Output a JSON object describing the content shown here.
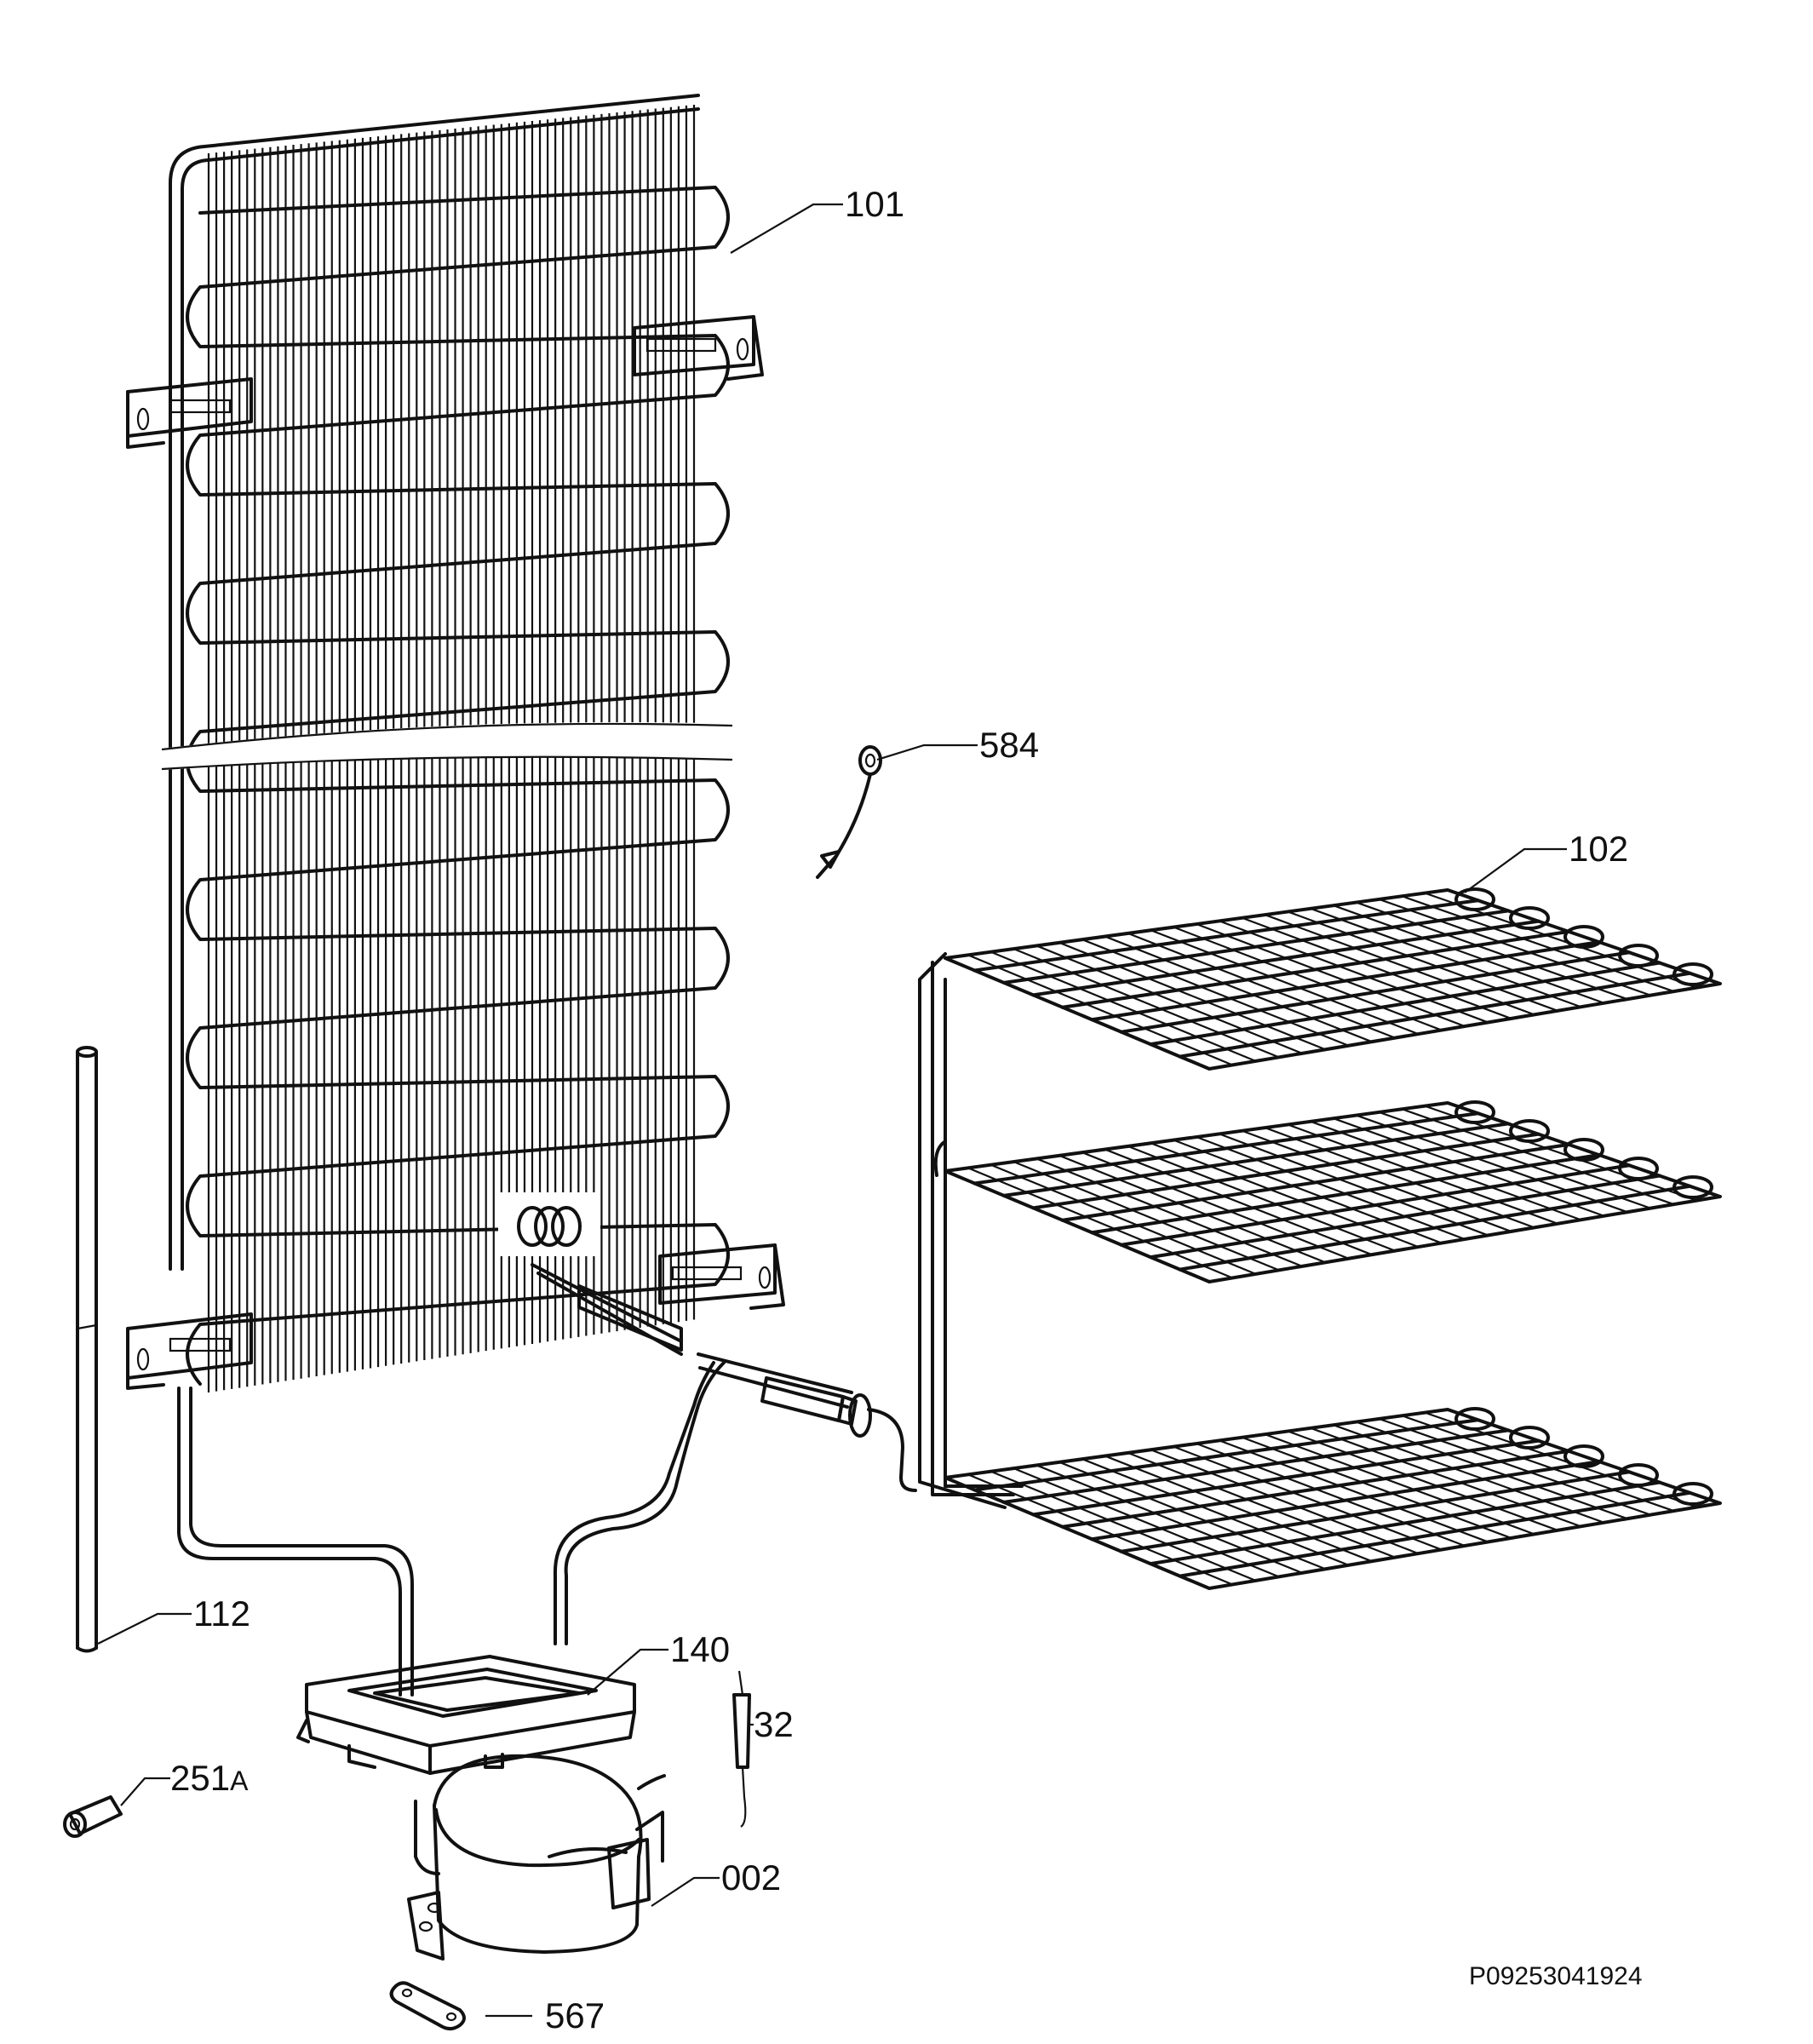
{
  "diagram": {
    "document_id": "P09253041924",
    "parts": [
      {
        "key": "condenser",
        "number": "101"
      },
      {
        "key": "evaporator",
        "number": "102"
      },
      {
        "key": "tube",
        "number": "112"
      },
      {
        "key": "tray",
        "number": "140"
      },
      {
        "key": "filter",
        "number": "32"
      },
      {
        "key": "grommet",
        "number": "251",
        "suffix": "A"
      },
      {
        "key": "compressor",
        "number": "002"
      },
      {
        "key": "clip",
        "number": "567"
      },
      {
        "key": "sensor",
        "number": "584"
      }
    ]
  }
}
